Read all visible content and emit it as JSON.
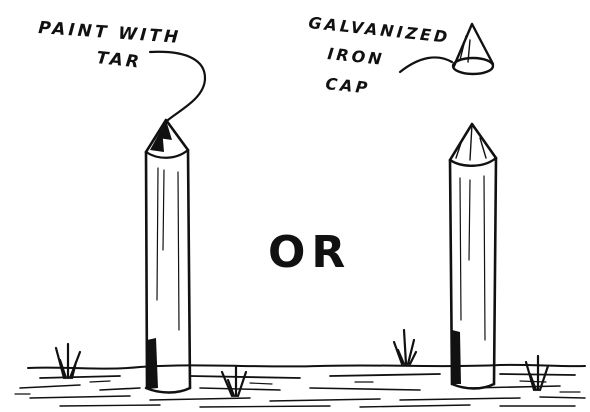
{
  "labels": {
    "left_line1": "PAINT  WITH",
    "left_line2": "TAR",
    "right_line1": "GALVANIZED",
    "right_line2": "IRON",
    "right_line3": "CAP",
    "center": "OR"
  },
  "colors": {
    "ink": "#111111",
    "paper": "#ffffff"
  },
  "icons": [
    "cone-cap-icon",
    "post-left-icon",
    "post-right-icon",
    "grass-tuft-icon"
  ]
}
